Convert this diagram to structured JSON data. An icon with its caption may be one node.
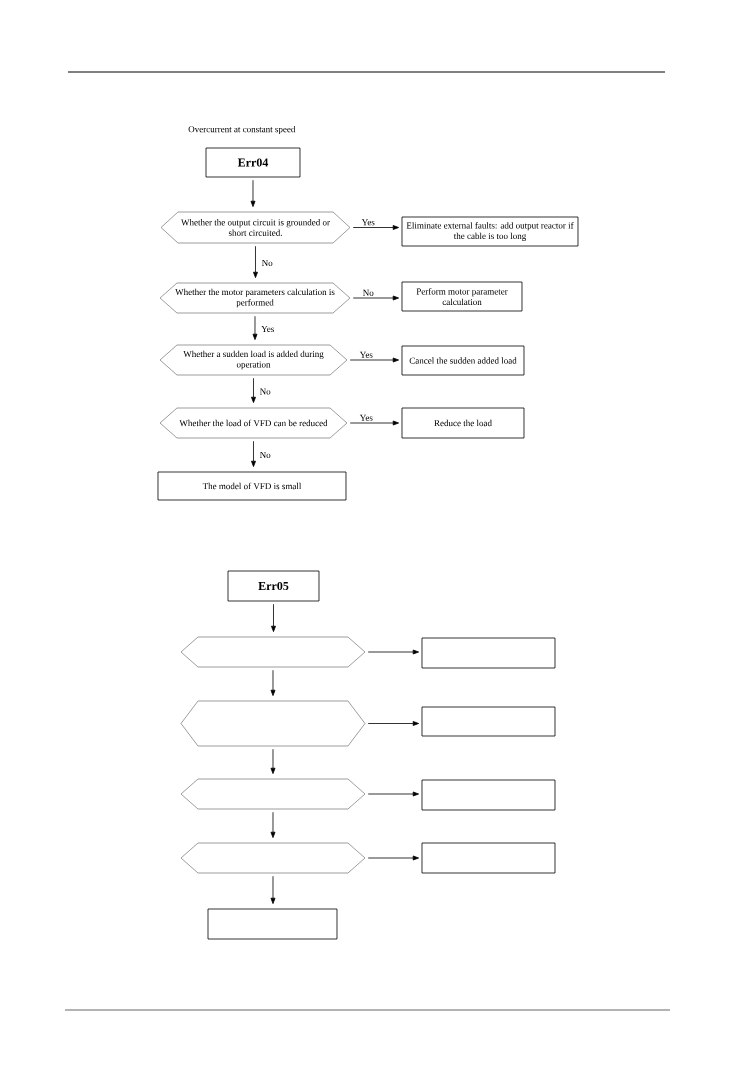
{
  "diagram": {
    "title": "Overcurrent at constant speed",
    "nodes": [
      {
        "text": [
          "Err04"
        ]
      },
      {
        "text": [
          "Whether the output circuit is grounded or short circuited."
        ]
      },
      {
        "text": [
          "Eliminate external faults: add output reactor if the cable is too long"
        ]
      },
      {
        "text": [
          "Whether the motor parameters calculation is performed"
        ]
      },
      {
        "text": [
          "Perform motor parameter calculation"
        ]
      },
      {
        "text": [
          "Whether a sudden load is added during operation"
        ]
      },
      {
        "text": [
          "Cancel the sudden added load"
        ]
      },
      {
        "text": [
          "Whether the load of VFD can be reduced"
        ]
      },
      {
        "text": [
          "Reduce the load"
        ]
      },
      {
        "text": [
          "The model of VFD is small"
        ]
      },
      {
        "text": [
          "Err05"
        ]
      },
      {
        "text": [],
        "shape": "hexagon"
      },
      {
        "text": [],
        "shape": "box"
      },
      {
        "text": [],
        "shape": "hexagon"
      },
      {
        "text": [],
        "shape": "box"
      },
      {
        "text": [],
        "shape": "hexagon"
      },
      {
        "text": [],
        "shape": "box"
      },
      {
        "text": [],
        "shape": "hexagon"
      },
      {
        "text": [],
        "shape": "box"
      },
      {
        "text": [],
        "shape": "box"
      }
    ],
    "edges": [
      {
        "from": 0,
        "to": 1,
        "arrow": "to"
      },
      {
        "from": 1,
        "to": 2,
        "arrow": "to",
        "label": "Yes"
      },
      {
        "from": 1,
        "to": 3,
        "arrow": "to",
        "label": "No"
      },
      {
        "from": 3,
        "to": 4,
        "arrow": "to",
        "label": "No"
      },
      {
        "from": 3,
        "to": 5,
        "arrow": "to",
        "label": "Yes"
      },
      {
        "from": 5,
        "to": 6,
        "arrow": "to",
        "label": "Yes"
      },
      {
        "from": 5,
        "to": 7,
        "arrow": "to",
        "label": "No"
      },
      {
        "from": 7,
        "to": 8,
        "arrow": "to",
        "label": "Yes"
      },
      {
        "from": 7,
        "to": 9,
        "arrow": "to",
        "label": "No"
      },
      {
        "from": 10,
        "to": 11,
        "arrow": "to"
      },
      {
        "from": 11,
        "to": 12,
        "arrow": "to"
      },
      {
        "from": 11,
        "to": 13,
        "arrow": "to"
      },
      {
        "from": 13,
        "to": 14,
        "arrow": "to"
      },
      {
        "from": 13,
        "to": 15,
        "arrow": "to"
      },
      {
        "from": 15,
        "to": 16,
        "arrow": "to"
      },
      {
        "from": 15,
        "to": 17,
        "arrow": "to"
      },
      {
        "from": 17,
        "to": 18,
        "arrow": "to"
      },
      {
        "from": 17,
        "to": 19,
        "arrow": "to"
      }
    ]
  }
}
